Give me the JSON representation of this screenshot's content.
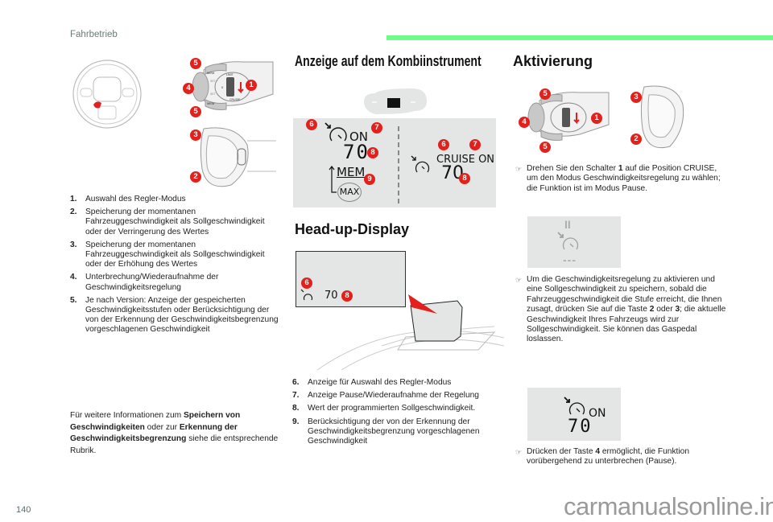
{
  "header": {
    "section": "Fahrbetrieb",
    "accent_color": "#6dfb8a"
  },
  "left": {
    "callouts": {
      "top_stalk": [
        "5",
        "4",
        "1",
        "5"
      ],
      "bottom_stalk": [
        "3",
        "2"
      ]
    },
    "stalk_labels": {
      "mem": "MEM",
      "set_plus": "SET +",
      "set_minus": "SET -",
      "limit": "LIMIT",
      "cruise": "CRUISE",
      "zero": "0"
    },
    "items": [
      {
        "num": "1.",
        "text": "Auswahl des Regler-Modus"
      },
      {
        "num": "2.",
        "text": "Speicherung der momentanen Fahrzeuggeschwindigkeit als Sollgeschwindigkeit oder der Verringerung des Wertes"
      },
      {
        "num": "3.",
        "text": "Speicherung der momentanen Fahrzeuggeschwindigkeit als Sollgeschwindigkeit oder der Erhöhung des Wertes"
      },
      {
        "num": "4.",
        "text": "Unterbrechung/Wiederaufnahme der Geschwindigkeitsregelung"
      },
      {
        "num": "5.",
        "text": "Je nach Version: Anzeige der gespeicherten Geschwindigkeitsstufen oder Berücksichtigung der von der Erkennung der Geschwindigkeitsbegrenzung vorgeschlagenen Geschwindigkeit"
      }
    ],
    "footnote": {
      "t1": "Für weitere Informationen zum ",
      "b1": "Speichern von Geschwindigkeiten",
      "t2": " oder zur ",
      "b2": "Erkennung der Geschwindigkeitsbegrenzung",
      "t3": " siehe die entsprechende Rubrik."
    }
  },
  "middle": {
    "title_cluster": "Anzeige auf dem Kombiinstrument",
    "cluster_left": {
      "on": "ON",
      "speed": "70",
      "mem": "MEM",
      "max": "MAX",
      "badges": [
        "6",
        "7",
        "8",
        "9"
      ]
    },
    "cluster_right": {
      "mode": "CRUISE",
      "on": "ON",
      "speed": "70",
      "badges": [
        "6",
        "7",
        "8"
      ]
    },
    "title_hud": "Head-up-Display",
    "hud": {
      "speed": "70",
      "badges": [
        "6",
        "8"
      ]
    },
    "items": [
      {
        "num": "6.",
        "text": "Anzeige für Auswahl des Regler-Modus"
      },
      {
        "num": "7.",
        "text": "Anzeige Pause/Wiederaufnahme der Regelung"
      },
      {
        "num": "8.",
        "text": "Wert der programmierten Sollgeschwindigkeit."
      },
      {
        "num": "9.",
        "text": "Berücksichtigung der von der Erkennung der Geschwindigkeitsbegrenzung vorgeschlagenen Geschwindigkeit"
      }
    ]
  },
  "right": {
    "title": "Aktivierung",
    "callouts": [
      "5",
      "4",
      "1",
      "5",
      "3",
      "2"
    ],
    "step1": "Drehen Sie den Schalter 1 auf die Position CRUISE, um den Modus Geschwindigkeitsregelung zu wählen; die Funktion ist im Modus Pause.",
    "step1_parts": {
      "a": "Drehen Sie den Schalter ",
      "b": "1",
      "c": " auf die Position CRUISE, um den Modus Geschwindigkeitsregelung zu wählen; die Funktion ist im Modus Pause."
    },
    "pause_display": {
      "pause": "II",
      "dashes": "---"
    },
    "step2_parts": {
      "a": "Um die Geschwindigkeitsregelung zu aktivieren und eine Sollgeschwindigkeit zu speichern, sobald die Fahrzeuggeschwindigkeit die Stufe erreicht, die Ihnen zusagt, drücken Sie auf die Taste ",
      "b": "2",
      "c": " oder ",
      "d": "3",
      "e": "; die aktuelle Geschwindigkeit Ihres Fahrzeugs wird zur Sollgeschwindigkeit. Sie können das Gaspedal loslassen."
    },
    "on_display": {
      "on": "ON",
      "speed": "70"
    },
    "step3_parts": {
      "a": "Drücken der Taste ",
      "b": "4",
      "c": " ermöglicht, die Funktion vorübergehend zu unterbrechen (Pause)."
    },
    "bullet_glyph": "☞"
  },
  "footer": {
    "page": "140",
    "watermark": "carmanualsonline.info"
  }
}
